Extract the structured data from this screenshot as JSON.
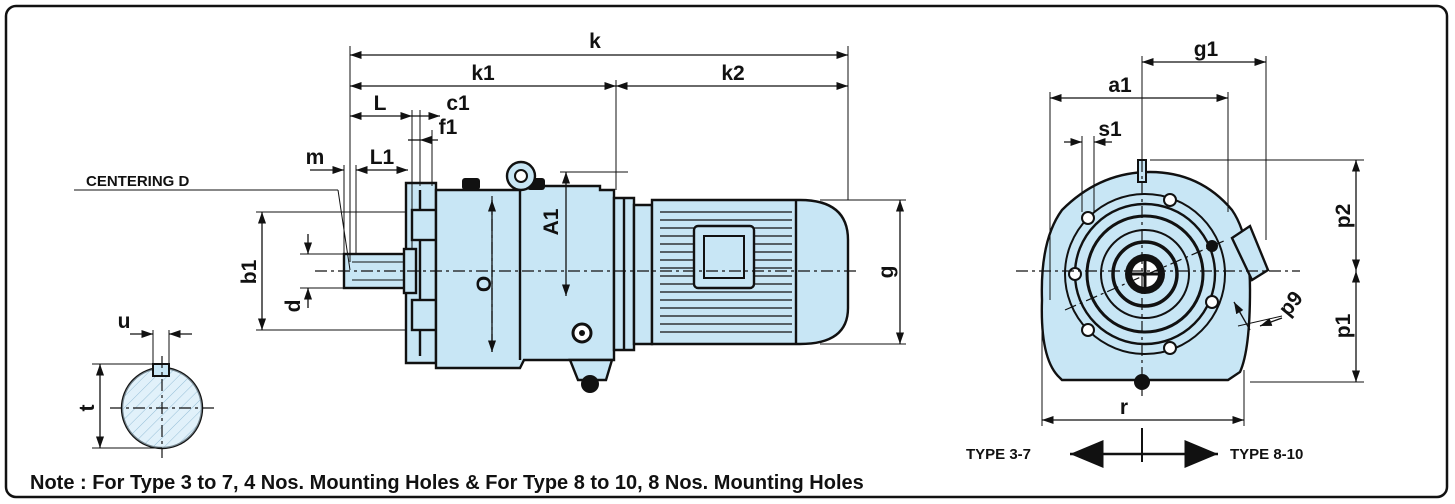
{
  "labels": {
    "k": "k",
    "k1": "k1",
    "k2": "k2",
    "L": "L",
    "c1": "c1",
    "f1": "f1",
    "m": "m",
    "L1": "L1",
    "centering": "CENTERING D",
    "b1": "b1",
    "d": "d",
    "O": "O",
    "A1": "A1",
    "g": "g",
    "u": "u",
    "t": "t",
    "g1": "g1",
    "a1": "a1",
    "s1": "s1",
    "p2": "p2",
    "p1": "p1",
    "p9": "p9",
    "r": "r",
    "type_left": "TYPE 3-7",
    "type_right": "TYPE 8-10"
  },
  "note": "Note : For Type 3 to 7, 4 Nos. Mounting Holes & For Type 8 to 10, 8 Nos. Mounting Holes",
  "colors": {
    "body_fill": "#c8e6f5",
    "outline": "#111111",
    "frame": "#111111"
  }
}
